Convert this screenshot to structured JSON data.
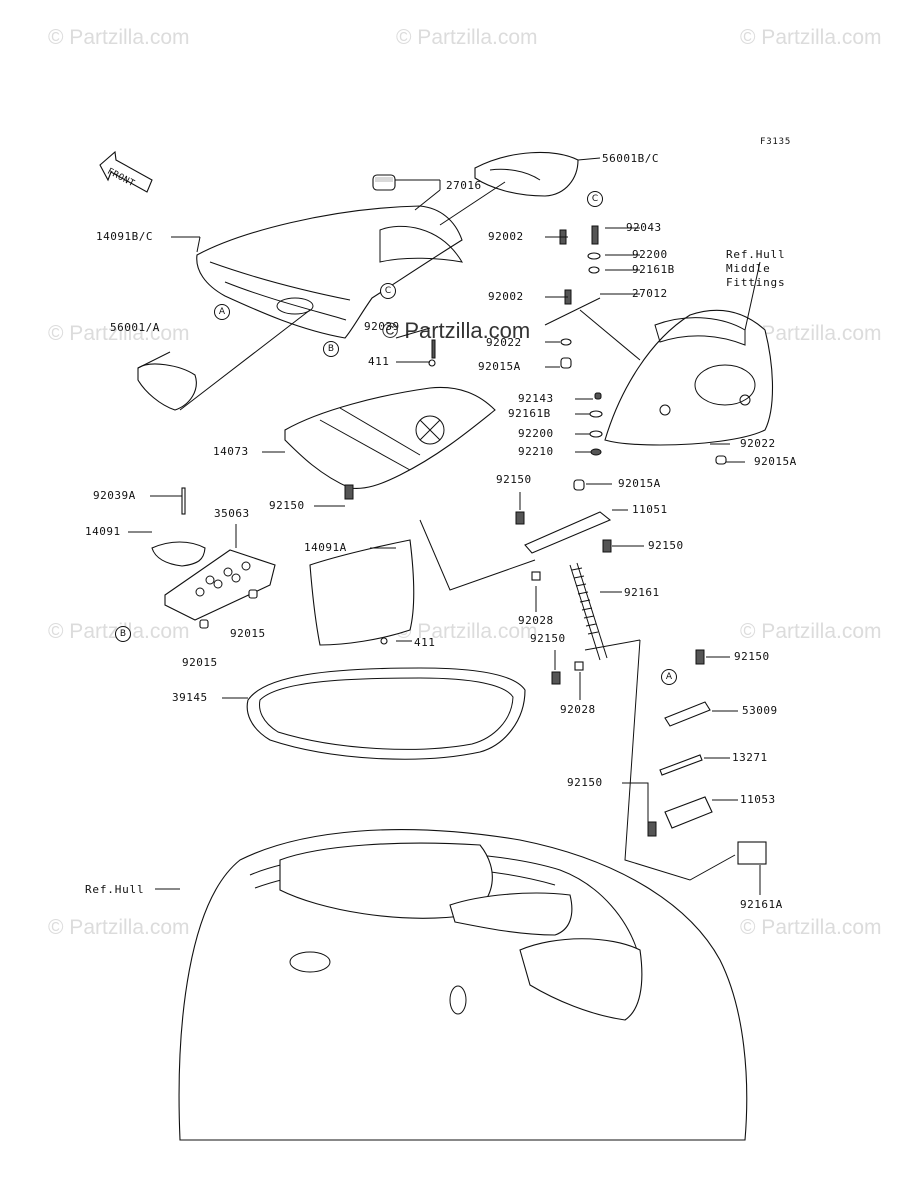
{
  "watermark": {
    "text": "© Partzilla.com",
    "center_text": "© Partzilla.com"
  },
  "figure_code": "F3135",
  "front_label": "FRONT",
  "notes": {
    "hull_middle": "Ref.Hull\nMiddle\nFittings",
    "hull": "Ref.Hull"
  },
  "refs": {
    "a": "A",
    "b": "B",
    "c": "C"
  },
  "labels": {
    "p56001bc": "56001B/C",
    "p27016": "27016",
    "p14091bc": "14091B/C",
    "p56001a": "56001/A",
    "p92039": "92039",
    "p411a": "411",
    "p14073": "14073",
    "p92150a": "92150",
    "p92039a": "92039A",
    "p14091": "14091",
    "p35063": "35063",
    "p14091a": "14091A",
    "p92015a": "92015",
    "p92015b": "92015",
    "p411b": "411",
    "p39145": "39145",
    "p92043": "92043",
    "p92200a": "92200",
    "p92161b_a": "92161B",
    "p27012": "27012",
    "p92002a": "92002",
    "p92002b": "92002",
    "p92022a": "92022",
    "p92015A_a": "92015A",
    "p92143": "92143",
    "p92161b_b": "92161B",
    "p92200b": "92200",
    "p92210": "92210",
    "p92022b": "92022",
    "p92015A_b": "92015A",
    "p92150b": "92150",
    "p92015A_c": "92015A",
    "p11051": "11051",
    "p92150c": "92150",
    "p92161": "92161",
    "p92028a": "92028",
    "p92150d": "92150",
    "p92028b": "92028",
    "p92150e": "92150",
    "p53009": "53009",
    "p13271": "13271",
    "p92150f": "92150",
    "p11053": "11053",
    "p92161a": "92161A"
  }
}
